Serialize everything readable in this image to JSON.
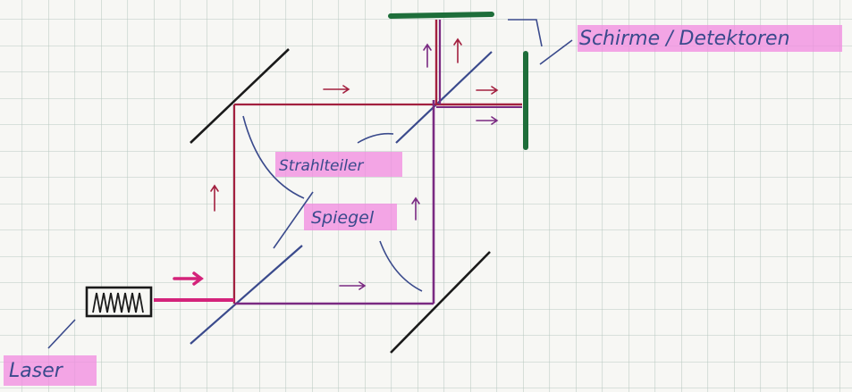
{
  "diagram": {
    "labels": {
      "screens": "Schirme / Detektoren",
      "beam_splitter": "Strahlteiler",
      "mirror": "Spiegel",
      "laser": "Laser"
    },
    "colors": {
      "paper": "#f7f7f4",
      "grid": "#b9c9c2",
      "beam_red": "#a3203f",
      "beam_purple": "#7a2a82",
      "beam_magenta": "#d4237a",
      "optics_black": "#1a1a1a",
      "splitter_blue": "#3a4a8c",
      "detector_green": "#1e6e3a",
      "highlight": "#f28ae0"
    }
  }
}
